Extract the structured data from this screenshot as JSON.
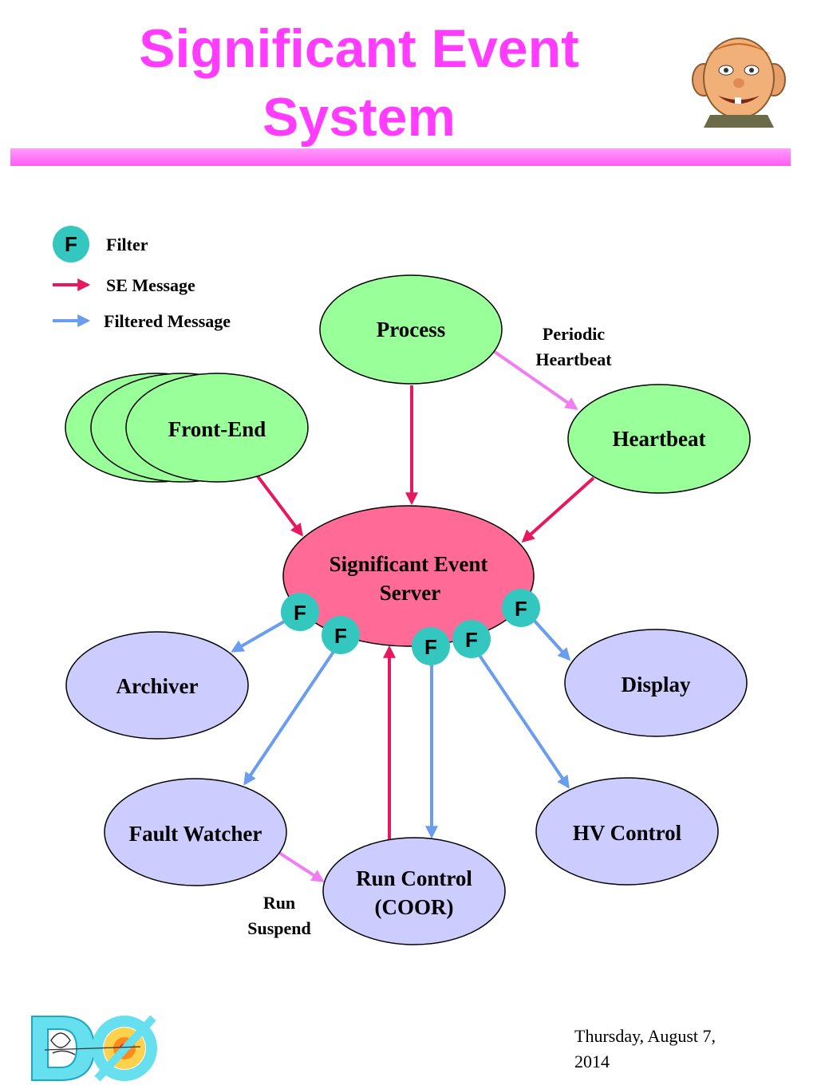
{
  "title": {
    "line1": "Significant Event",
    "line2": "System"
  },
  "legend": {
    "filter_symbol": "F",
    "filter_label": "Filter",
    "se_message_label": "SE Message",
    "filtered_message_label": "Filtered Message"
  },
  "nodes": {
    "process": "Process",
    "front_end": "Front-End",
    "heartbeat": "Heartbeat",
    "server_line1": "Significant Event",
    "server_line2": "Server",
    "archiver": "Archiver",
    "display": "Display",
    "fault_watcher": "Fault Watcher",
    "hv_control": "HV Control",
    "run_control_line1": "Run Control",
    "run_control_line2": "(COOR)"
  },
  "annotations": {
    "periodic_heartbeat_line1": "Periodic",
    "periodic_heartbeat_line2": "Heartbeat",
    "run_suspend_line1": "Run",
    "run_suspend_line2": "Suspend"
  },
  "filters": {
    "f1": "F",
    "f2": "F",
    "f3": "F",
    "f4": "F",
    "f5": "F"
  },
  "footer": {
    "date_line1": "Thursday, August 7,",
    "date_line2": "2014"
  },
  "colors": {
    "title": "#ff3cff",
    "se_message_arrow": "#e8185e",
    "filtered_message_arrow": "#6a9cf0",
    "heartbeat_arrow": "#f27cf2",
    "green_node": "#99ff99",
    "purple_node": "#ccccff",
    "server_node": "#ff6a96",
    "filter_circle": "#33c7c0"
  },
  "icons": {
    "mascot": "cartoon-face-icon",
    "logo": "d0-experiment-logo-icon"
  }
}
